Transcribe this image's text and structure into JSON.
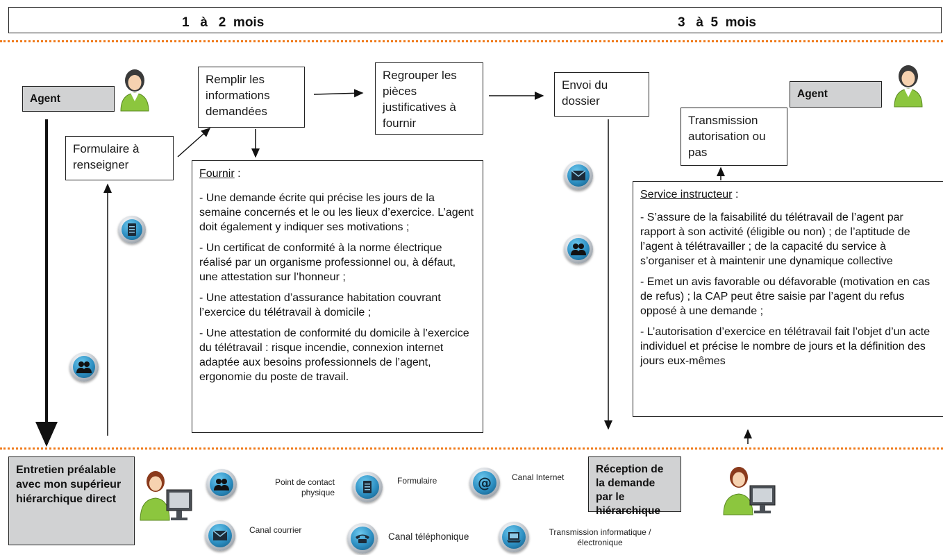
{
  "header": {
    "phase_left": "1   à   2  mois",
    "phase_right": "3   à  5  mois"
  },
  "agent_left": "Agent",
  "agent_right": "Agent",
  "steps": {
    "formulaire": "Formulaire à renseigner",
    "remplir": "Remplir les informations demandées",
    "regrouper": "Regrouper les pièces justificatives à fournir",
    "envoi": "Envoi du dossier",
    "transmission": "Transmission autorisation ou pas"
  },
  "fournir": {
    "title": "Fournir",
    "title_suffix": " :",
    "items": [
      "-  Une demande écrite  qui précise les jours de la semaine concernés et le ou les lieux d’exercice. L’agent doit également y indiquer ses motivations ;",
      " - Un certificat de conformité à la norme électrique réalisé par un organisme professionnel ou, à défaut, une attestation sur l’honneur ;",
      "- Une attestation d’assurance habitation couvrant l’exercice du télétravail à domicile ;",
      " - Une attestation de conformité du domicile à l’exercice du télétravail : risque  incendie, connexion internet adaptée aux besoins professionnels de l’agent, ergonomie du poste de travail."
    ]
  },
  "service": {
    "title": "Service instructeur",
    "title_suffix": " :",
    "items": [
      " -  S’assure de la faisabilité du télétravail de l’agent par rapport à son activité (éligible ou non) ; de l’aptitude de l’agent à télétravailler ; de la capacité du service à s’organiser et à maintenir une dynamique collective",
      "-   Emet un avis favorable ou défavorable (motivation en cas de refus) ; la CAP peut être saisie par l’agent du refus opposé à une demande ;",
      " -   L’autorisation d’exercice en télétravail fait l’objet d’un acte individuel et précise le nombre de jours et la définition des jours eux-mêmes"
    ]
  },
  "entretien": "Entretien préalable avec mon supérieur hiérarchique direct",
  "reception": "Réception de la demande  par le hiérarchique",
  "legend": {
    "contact": "Point de contact physique",
    "formulaire": "Formulaire",
    "internet": "Canal Internet",
    "courrier": "Canal courrier",
    "telephone": "Canal téléphonique",
    "informatique": "Transmission informatique / électronique"
  },
  "icons": [
    "people-icon",
    "form-icon",
    "at-icon",
    "mail-icon",
    "phone-icon",
    "computer-icon",
    "agent-woman-icon",
    "agent-computer-icon"
  ],
  "colors": {
    "dots": "#f07a1a",
    "grey_box": "#d1d2d3",
    "icon_blue": "#2d8fc2"
  }
}
